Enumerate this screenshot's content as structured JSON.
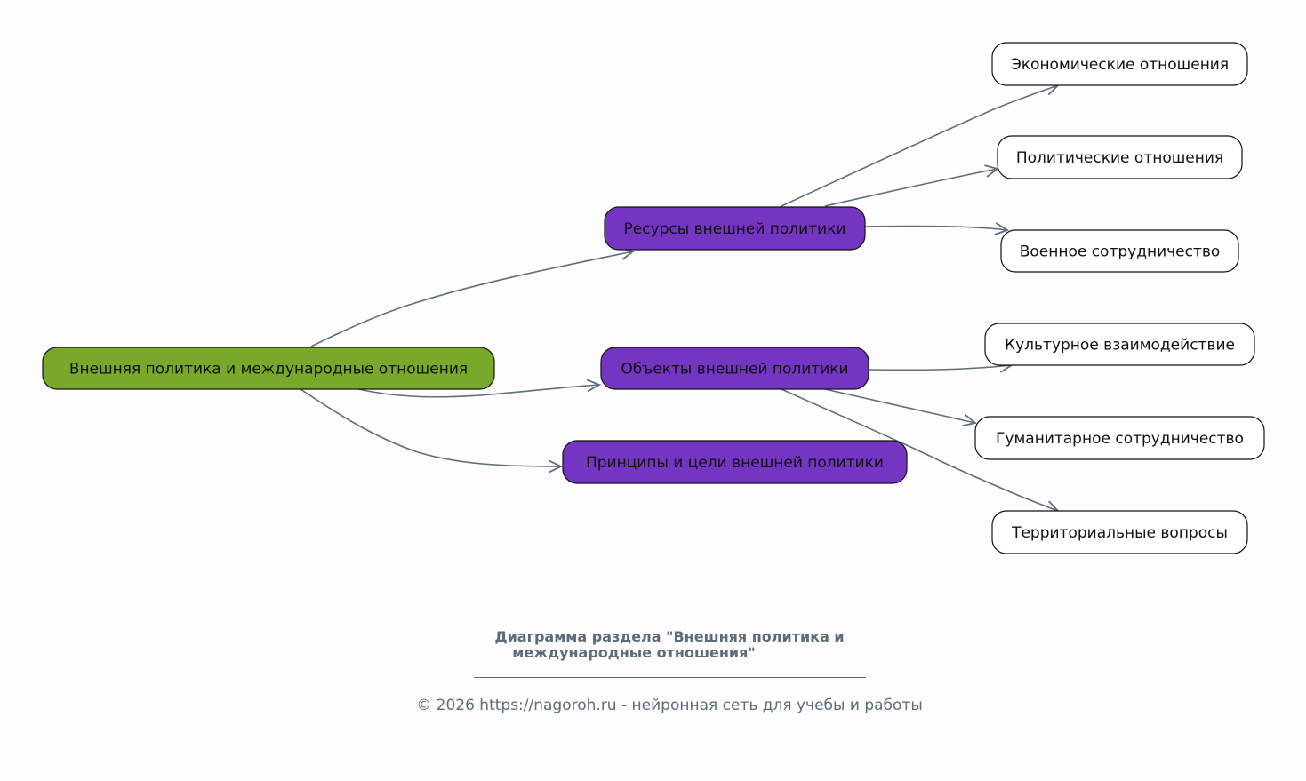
{
  "diagram": {
    "title": "Диаграмма раздела \"Внешняя политика и международные отношения\"",
    "colors": {
      "root_fill": "#78a92a",
      "branch_fill": "#7535c3",
      "leaf_fill": "#ffffff",
      "edge": "#5f6d7c",
      "caption": "#5d6b7b"
    },
    "root": {
      "id": "root",
      "label": "Внешняя политика и международные отношения"
    },
    "branches": [
      {
        "id": "resources",
        "label": "Ресурсы внешней политики",
        "children": [
          {
            "id": "economic",
            "label": "Экономические отношения"
          },
          {
            "id": "political",
            "label": "Политические отношения"
          },
          {
            "id": "military",
            "label": "Военное сотрудничество"
          }
        ]
      },
      {
        "id": "objects",
        "label": "Объекты внешней политики",
        "children": [
          {
            "id": "cultural",
            "label": "Культурное взаимодействие"
          },
          {
            "id": "humanitarian",
            "label": "Гуманитарное сотрудничество"
          },
          {
            "id": "territorial",
            "label": "Территориальные вопросы"
          }
        ]
      },
      {
        "id": "principles",
        "label": "Принципы и цели внешней политики",
        "children": []
      }
    ]
  },
  "caption": {
    "title_line1": "Диаграмма раздела \"Внешняя политика и",
    "title_line2": "международные отношения\"",
    "footer": "© 2026 https://nagoroh.ru - нейронная сеть для учебы и работы"
  }
}
